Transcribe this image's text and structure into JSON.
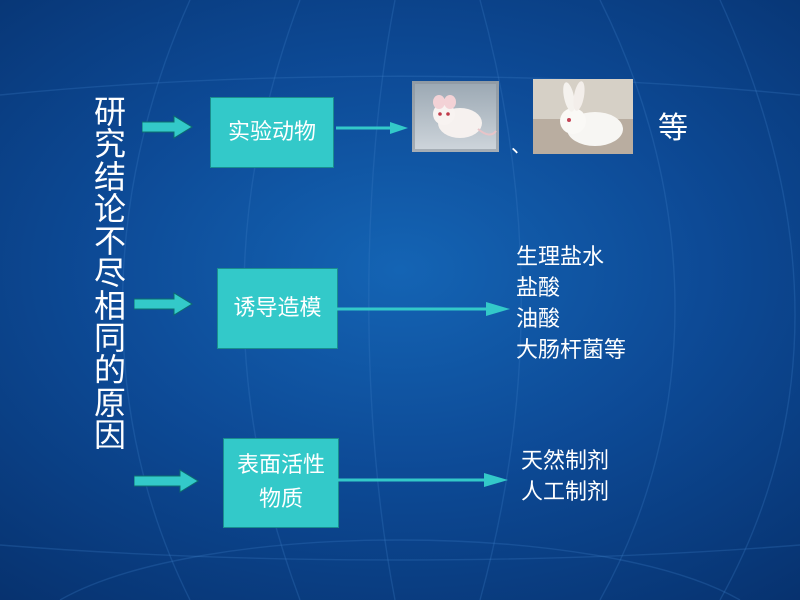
{
  "title": "研究结论不尽相同的原因",
  "branches": [
    {
      "box": "实验动物",
      "suffix": "等",
      "separator": "、"
    },
    {
      "box": "诱导造模",
      "items": [
        "生理盐水",
        "盐酸",
        "油酸",
        "大肠杆菌等"
      ]
    },
    {
      "box_lines": [
        "表面活性",
        "物质"
      ],
      "items": [
        "天然制剂",
        "人工制剂"
      ]
    }
  ],
  "colors": {
    "background": "#0d4a96",
    "box_fill": "#33c9c9",
    "arrow_fill": "#33c9c9",
    "text": "#ffffff"
  },
  "icons": [
    "mouse-photo",
    "rabbit-photo"
  ]
}
